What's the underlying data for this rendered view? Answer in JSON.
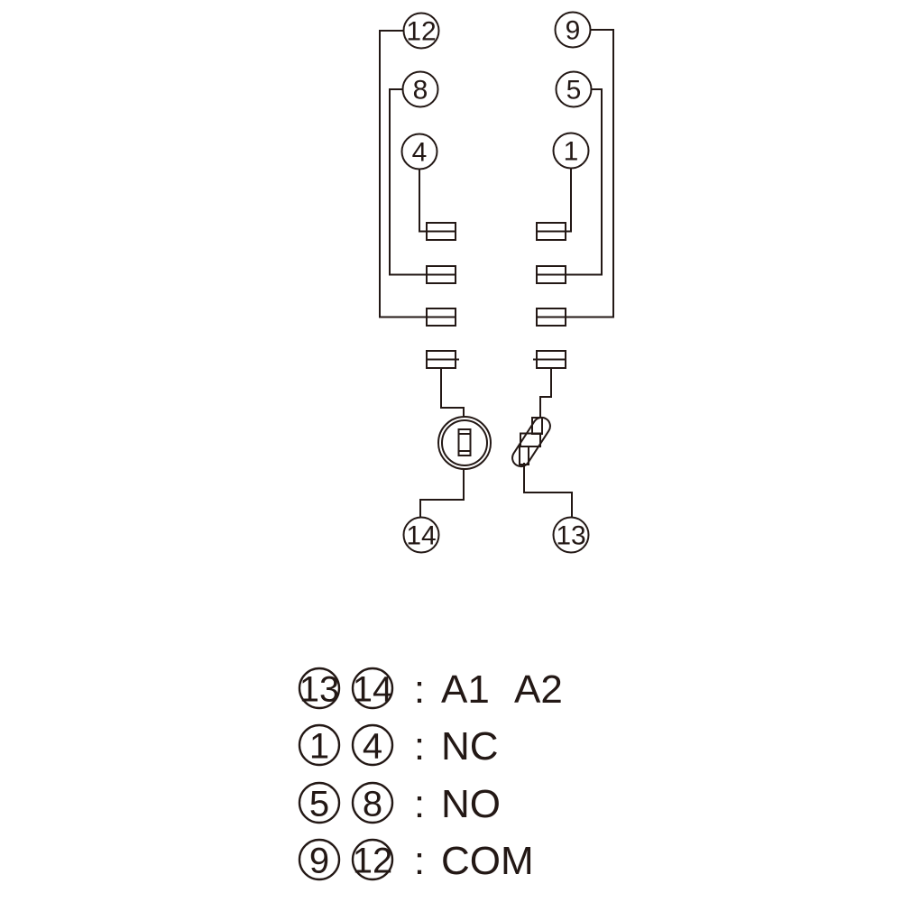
{
  "colors": {
    "line": "#231815",
    "background": "#ffffff"
  },
  "schematic": {
    "terminals": {
      "t12": "12",
      "t9": "9",
      "t8": "8",
      "t5": "5",
      "t4": "4",
      "t1": "1",
      "t14": "14",
      "t13": "13"
    }
  },
  "legend": {
    "rows": [
      {
        "pins": [
          "13",
          "14"
        ],
        "separator": ":",
        "labels": [
          "A1",
          "A2"
        ]
      },
      {
        "pins": [
          "1",
          "4"
        ],
        "separator": ":",
        "labels": [
          "NC"
        ]
      },
      {
        "pins": [
          "5",
          "8"
        ],
        "separator": ":",
        "labels": [
          "NO"
        ]
      },
      {
        "pins": [
          "9",
          "12"
        ],
        "separator": ":",
        "labels": [
          "COM"
        ]
      }
    ]
  }
}
